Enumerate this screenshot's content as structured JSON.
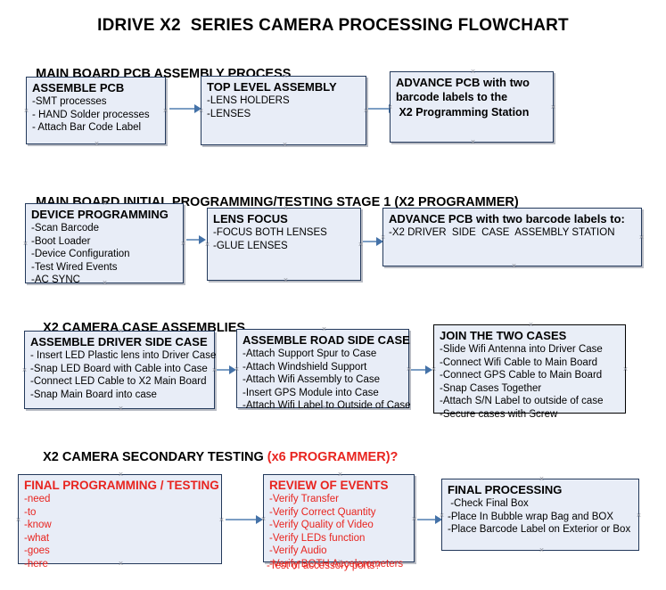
{
  "document": {
    "title": "IDRIVE X2  SERIES CAMERA PROCESSING FLOWCHART"
  },
  "sections": [
    {
      "id": "main-board-pcb-assembly",
      "heading": "MAIN BOARD PCB ASSEMBLY PROCESS",
      "heading_accent": "",
      "nodes": [
        {
          "id": "assemble-pcb",
          "title": "ASSEMBLE PCB",
          "lines": [
            "-SMT processes",
            "- HAND Solder processes",
            "- Attach Bar Code Label"
          ]
        },
        {
          "id": "top-level-assembly",
          "title": "TOP LEVEL ASSEMBLY",
          "lines": [
            "-LENS HOLDERS",
            "-LENSES"
          ]
        },
        {
          "id": "advance-pcb-to-programming-station",
          "title": "ADVANCE PCB with two",
          "lines": [
            "barcode labels to the",
            " X2 Programming Station"
          ]
        }
      ]
    },
    {
      "id": "main-board-initial-programming",
      "heading": "MAIN BOARD INITIAL PROGRAMMING/TESTING STAGE 1 (X2 PROGRAMMER)",
      "heading_accent": "",
      "nodes": [
        {
          "id": "device-programming",
          "title": "DEVICE PROGRAMMING",
          "lines": [
            "-Scan Barcode",
            "-Boot Loader",
            "-Device Configuration",
            "-Test Wired Events",
            "-AC SYNC"
          ]
        },
        {
          "id": "lens-focus",
          "title": "LENS FOCUS",
          "lines": [
            "-FOCUS BOTH LENSES",
            "-GLUE LENSES"
          ]
        },
        {
          "id": "advance-pcb-to-driver-side-case",
          "title": "ADVANCE PCB with two barcode labels to:",
          "lines": [
            "-X2 DRIVER  SIDE  CASE  ASSEMBLY STATION"
          ]
        }
      ]
    },
    {
      "id": "x2-camera-case-assemblies",
      "heading": "X2 CAMERA CASE ASSEMBLIES",
      "heading_accent": "",
      "nodes": [
        {
          "id": "assemble-driver-side-case",
          "title": "ASSEMBLE DRIVER SIDE CASE",
          "lines": [
            "- Insert LED Plastic lens into Driver Case",
            "-Snap LED Board with Cable into Case",
            "-Connect LED Cable to X2 Main Board",
            "-Snap Main Board into case"
          ]
        },
        {
          "id": "assemble-road-side-case",
          "title": "ASSEMBLE ROAD SIDE CASE",
          "lines": [
            "-Attach Support Spur to Case",
            "-Attach Windshield Support",
            "-Attach Wifi Assembly to Case",
            "-Insert GPS Module into Case",
            "-Attach Wifi Label to Outside of Case"
          ]
        },
        {
          "id": "join-the-two-cases",
          "title": "JOIN THE TWO CASES",
          "lines": [
            "-Slide Wifi Antenna into Driver Case",
            "-Connect Wifi Cable to Main Board",
            "-Connect GPS Cable to Main Board",
            "-Snap Cases Together",
            "-Attach S/N Label to outside of case",
            "-Secure cases with Screw"
          ]
        }
      ]
    },
    {
      "id": "x2-camera-secondary-testing",
      "heading": "X2 CAMERA SECONDARY TESTING ",
      "heading_accent": "(x6 PROGRAMMER)?",
      "nodes": [
        {
          "id": "final-programming-testing",
          "title": "FINAL PROGRAMMING / TESTING",
          "lines": [
            "-need",
            "-to",
            "-know",
            "-what",
            "-goes",
            "-here"
          ]
        },
        {
          "id": "review-of-events",
          "title": "REVIEW OF EVENTS",
          "lines": [
            "-Verify Transfer",
            "-Verify Correct Quantity",
            "-Verify Quality of Video",
            "-Verify LEDs function",
            "-Verify Audio",
            "-Verify BOTH Accelerometers"
          ],
          "overflow_line": "-Test of accessory ports?"
        },
        {
          "id": "final-processing",
          "title": "FINAL PROCESSING",
          "lines": [
            " -Check Final Box",
            "-Place In Bubble wrap Bag and BOX",
            "-Place Barcode Label on Exterior or Box"
          ]
        }
      ]
    }
  ],
  "colors": {
    "node_fill": "#e8edf7",
    "node_border": "#23395b",
    "accent_red": "#e8241f",
    "arrow_shaft": "#7c9ec4",
    "arrow_head": "#4472a8",
    "text": "#000000"
  }
}
